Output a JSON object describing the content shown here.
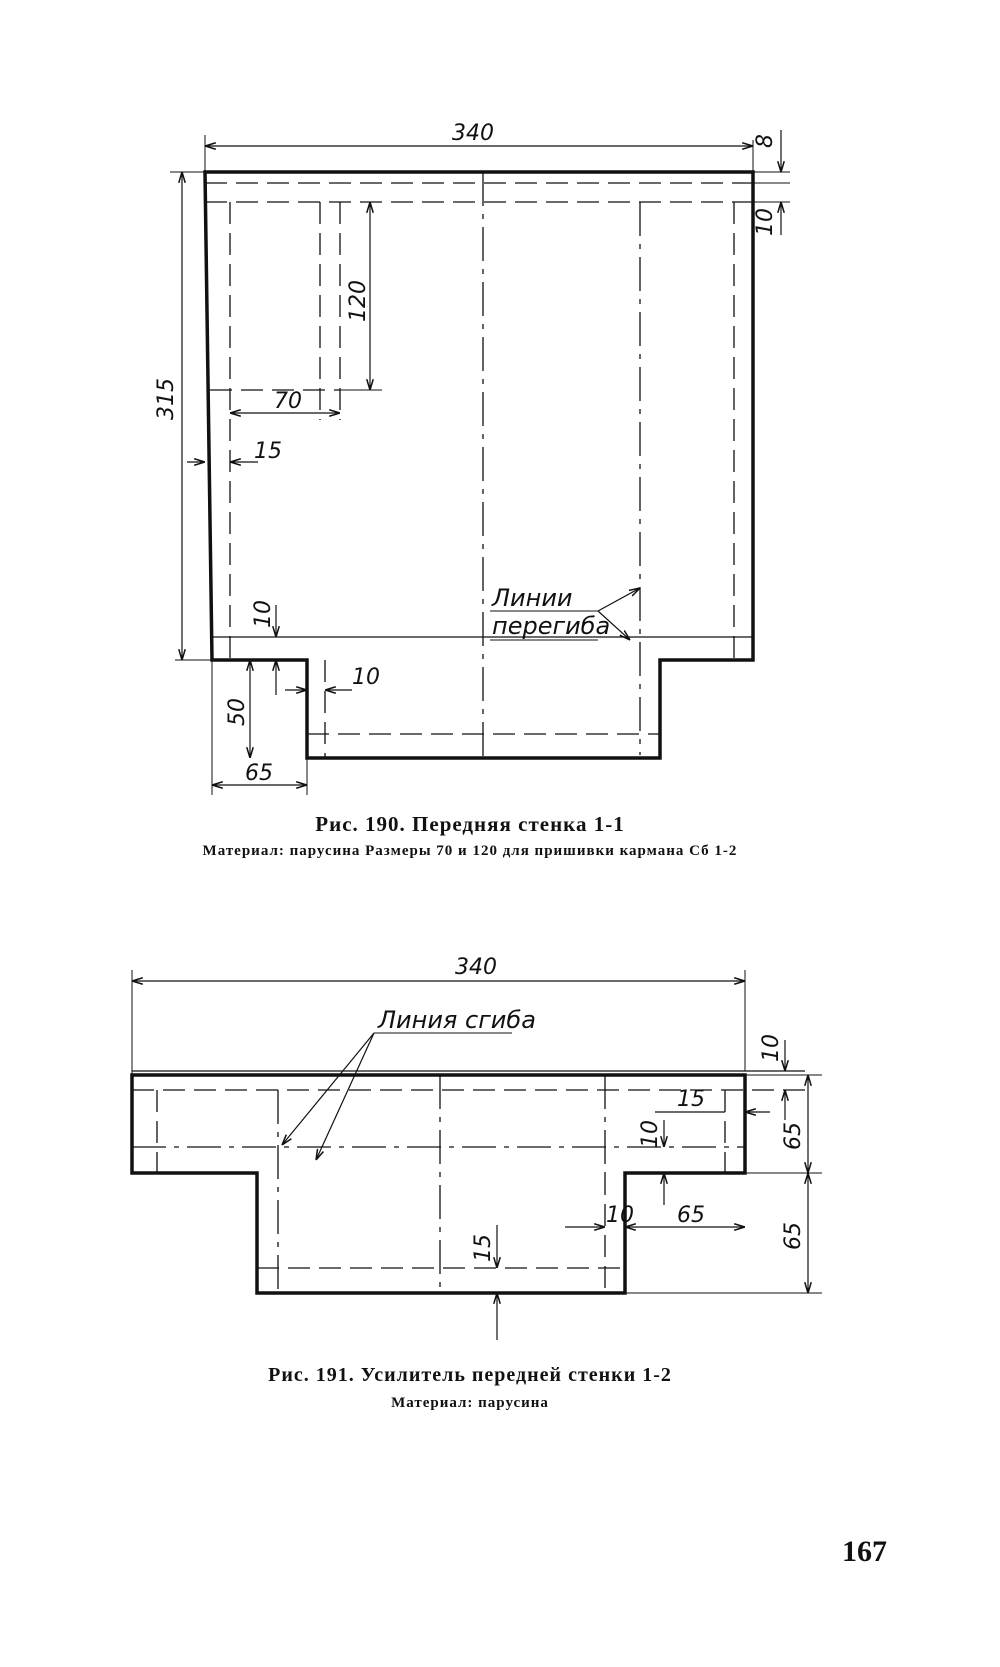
{
  "figure190": {
    "caption": "Рис. 190. Передняя стенка 1-1",
    "subcaption": "Материал: парусина  Размеры 70 и 120 для пришивки кармана Сб 1-2",
    "dims": {
      "width_total": "340",
      "top_8": "8",
      "top_10": "10",
      "height_total": "315",
      "pocket_120": "120",
      "pocket_70": "70",
      "margin_15": "15",
      "bottom_10a": "10",
      "bottom_10b": "10",
      "notch_50": "50",
      "notch_65": "65"
    },
    "fold_label_line1": "Линии",
    "fold_label_line2": "перегиба"
  },
  "figure191": {
    "caption": "Рис. 191. Усилитель передней стенки 1-2",
    "subcaption": "Материал: парусина",
    "dims": {
      "width_total": "340",
      "right_10": "10",
      "right_15": "15",
      "right_65a": "65",
      "right_65b": "65",
      "mid_10": "10",
      "step_10": "10",
      "step_65": "65",
      "bottom_15": "15"
    },
    "fold_label": "Линия сгиба"
  },
  "page_number": "167"
}
